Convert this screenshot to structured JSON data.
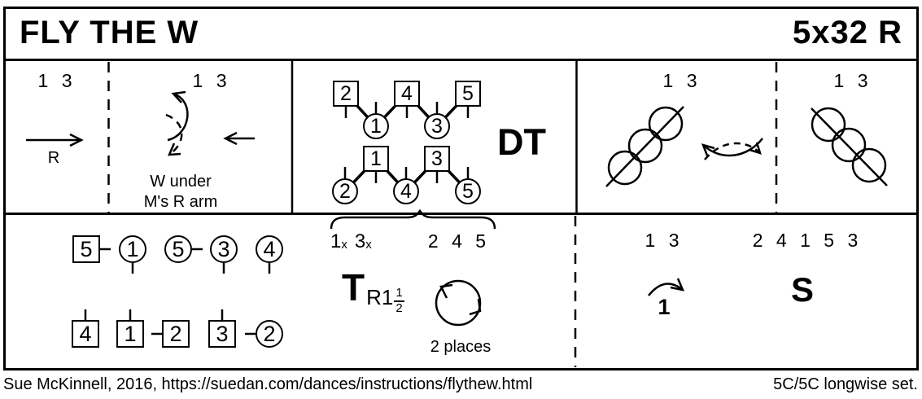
{
  "header": {
    "title": "FLY THE W",
    "repeat": "5x32 R"
  },
  "bars": {
    "b1": {
      "couples": "1 3",
      "hand": "R"
    },
    "b2": {
      "couples": "1 3",
      "caption1": "W under",
      "caption2": "M's R arm"
    },
    "dt": {
      "label": "DT",
      "tokens": [
        {
          "shape": "square",
          "n": "2"
        },
        {
          "shape": "circle",
          "n": "1"
        },
        {
          "shape": "square",
          "n": "4"
        },
        {
          "shape": "circle",
          "n": "3"
        },
        {
          "shape": "square",
          "n": "5"
        },
        {
          "shape": "circle",
          "n": "2"
        },
        {
          "shape": "square",
          "n": "1"
        },
        {
          "shape": "circle",
          "n": "4"
        },
        {
          "shape": "square",
          "n": "3"
        },
        {
          "shape": "circle",
          "n": "5"
        }
      ]
    },
    "b4": {
      "couples": "1 3"
    },
    "b5": {
      "couples": "1 3"
    }
  },
  "formation": {
    "row1": [
      {
        "shape": "square",
        "n": "5",
        "tick": "right"
      },
      {
        "shape": "circle",
        "n": "1",
        "tick": "bottom"
      },
      {
        "shape": "circle",
        "n": "5",
        "tick": "right"
      },
      {
        "shape": "circle",
        "n": "3",
        "tick": "bottom"
      },
      {
        "shape": "circle",
        "n": "4",
        "tick": "bottom"
      }
    ],
    "row2": [
      {
        "shape": "square",
        "n": "4",
        "tick": "top"
      },
      {
        "shape": "square",
        "n": "1",
        "tick": "top"
      },
      {
        "shape": "square",
        "n": "2",
        "tick": "left"
      },
      {
        "shape": "square",
        "n": "3",
        "tick": "top"
      },
      {
        "shape": "circle",
        "n": "2",
        "tick": "left"
      }
    ]
  },
  "turn": {
    "crossed": [
      {
        "n": "1",
        "sub": "x"
      },
      {
        "n": "3",
        "sub": "x"
      }
    ],
    "others": "2 4 5",
    "symbol": {
      "letter": "T",
      "sub": "R1",
      "num": "1",
      "den": "2"
    },
    "caption": "2 places"
  },
  "cast": {
    "couples": "1 3",
    "places": "1"
  },
  "set": {
    "order": "2 4 1 5 3",
    "letter": "S"
  },
  "footer": {
    "credit": "Sue McKinnell, 2016, https://suedan.com/dances/instructions/flythew.html",
    "set_type": "5C/5C longwise set."
  }
}
